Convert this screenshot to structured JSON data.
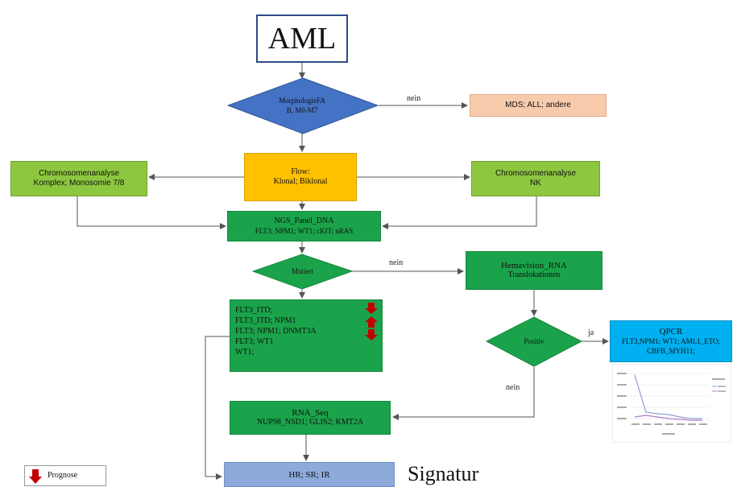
{
  "title": "AML",
  "morphology": {
    "line1": "MorphologieFA",
    "line2": "B, M0-M7"
  },
  "edge_nein_top": "nein",
  "other_dx": "MDS; ALL; andere",
  "flow": {
    "line1": "Flow:",
    "line2": "Klonal; Biklonal"
  },
  "chromo_left": {
    "line1": "Chromosomenanalyse",
    "line2": "Komplex; Monosomie 7/8"
  },
  "chromo_right": {
    "line1": "Chromosomenanalyse",
    "line2": "NK"
  },
  "ngs": {
    "line1": "NGS_Panel_DNA",
    "line2": "FLT3; NPM1; WT1; cKIT; nRAS"
  },
  "mutiert": "Mutiert",
  "edge_nein_mid": "nein",
  "hemavision": {
    "line1": "Hemavision_RNA",
    "line2": "Translokationen"
  },
  "mutations": [
    "FLT3_ITD;",
    "FLT3_ITD; NPM1",
    "FLT3; NPM1; DNMT3A",
    "FLT3; WT1",
    "WT1;"
  ],
  "positiv": "Positiv",
  "edge_ja": "ja",
  "qpcr": {
    "line1": "QPCR",
    "line2": "FLT3,NPM1; WT1; AML1_ETO;",
    "line3": "CBFB_MYH11;"
  },
  "edge_nein_bottom": "nein",
  "rna_seq": {
    "line1": "RNA_Seq",
    "line2": "NUP98_NSD1; GLIS2; KMT2A"
  },
  "risk": "HR; SR; IR",
  "signatur": "Signatur",
  "legend": "Prognose",
  "colors": {
    "diamond": "#4472c4",
    "flow": "#ffc000",
    "other": "#f8cbad",
    "qpcr": "#00b0f0",
    "green": "#1aa34a",
    "lightgreen": "#8dc63f",
    "risk": "#8eaadb",
    "arrow_red": "#c00000"
  }
}
